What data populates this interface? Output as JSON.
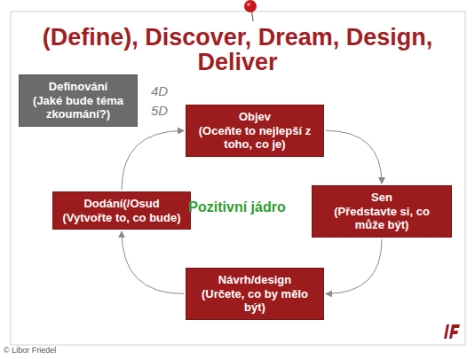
{
  "diagram": {
    "title": "(Define), Discover, Dream, Design, Deliver",
    "nodes": [
      {
        "text": [
          "Definování",
          "(Jaké bude téma zkoumání?)"
        ]
      },
      {
        "text": [
          "Objev",
          "(Oceňte to nejlepší z toho, co je)"
        ]
      },
      {
        "text": [
          "Dodání(/Osud",
          "(Vytvořte to, co bude)"
        ]
      },
      {
        "text": [
          "Sen",
          "(Představte si, co může být)"
        ]
      },
      {
        "text": [
          "Návrh/design",
          "(Určete, co by mělo být)"
        ]
      }
    ],
    "edges": [
      {
        "from": 1,
        "to": 3,
        "arrow": "to"
      },
      {
        "from": 3,
        "to": 4,
        "arrow": "to"
      },
      {
        "from": 4,
        "to": 2,
        "arrow": "to"
      },
      {
        "from": 2,
        "to": 1,
        "arrow": "to"
      }
    ],
    "labels": [
      "4D",
      "5D",
      "Pozitivní jádro",
      "© Libor Friedel"
    ]
  }
}
